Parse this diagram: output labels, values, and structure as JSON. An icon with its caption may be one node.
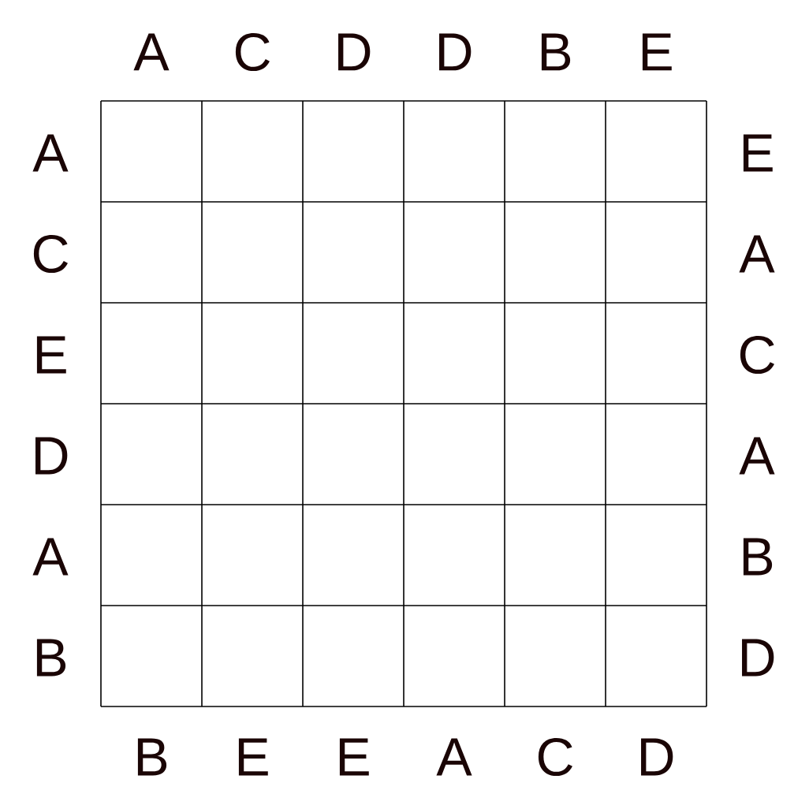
{
  "diagram": {
    "labels": [
      "A",
      "C",
      "D",
      "D",
      "B",
      "E",
      "A",
      "E",
      "C",
      "A",
      "E",
      "C",
      "D",
      "A",
      "A",
      "B",
      "B",
      "D",
      "B",
      "E",
      "E",
      "A",
      "C",
      "D"
    ]
  }
}
